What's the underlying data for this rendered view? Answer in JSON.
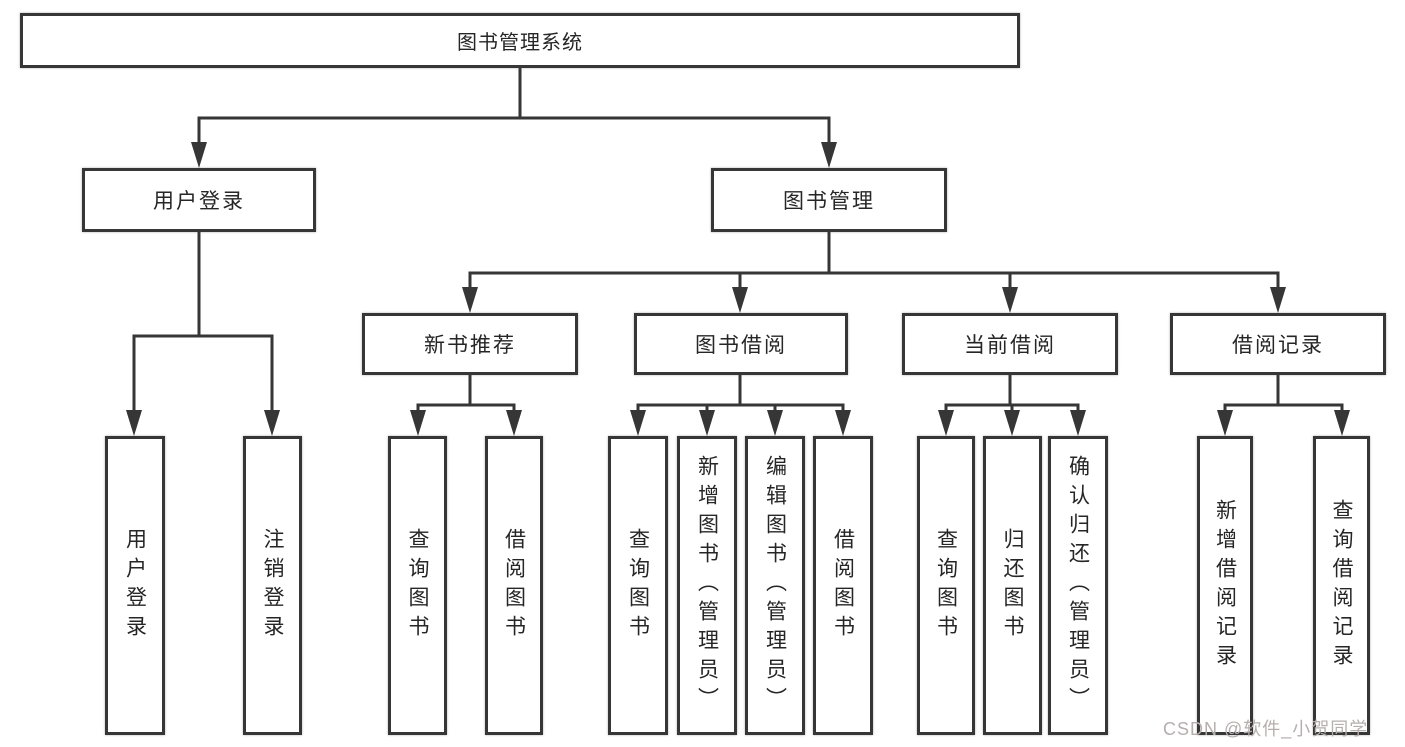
{
  "watermark": "CSDN @软件_小贺同学",
  "colors": {
    "line": "#363636",
    "box_border": "#363636",
    "text": "#262626",
    "watermark": "#b6aeae",
    "background": "#ffffff"
  },
  "tree": {
    "root": "图书管理系统",
    "children": [
      {
        "label": "用户登录",
        "children": [
          "用户登录",
          "注销登录"
        ]
      },
      {
        "label": "图书管理",
        "children": [
          {
            "label": "新书推荐",
            "children": [
              "查询图书",
              "借阅图书"
            ]
          },
          {
            "label": "图书借阅",
            "children": [
              "查询图书",
              "新增图书（管理员）",
              "编辑图书（管理员）",
              "借阅图书"
            ]
          },
          {
            "label": "当前借阅",
            "children": [
              "查询图书",
              "归还图书",
              "确认归还（管理员）"
            ]
          },
          {
            "label": "借阅记录",
            "children": [
              "新增借阅记录",
              "查询借阅记录"
            ]
          }
        ]
      }
    ]
  }
}
